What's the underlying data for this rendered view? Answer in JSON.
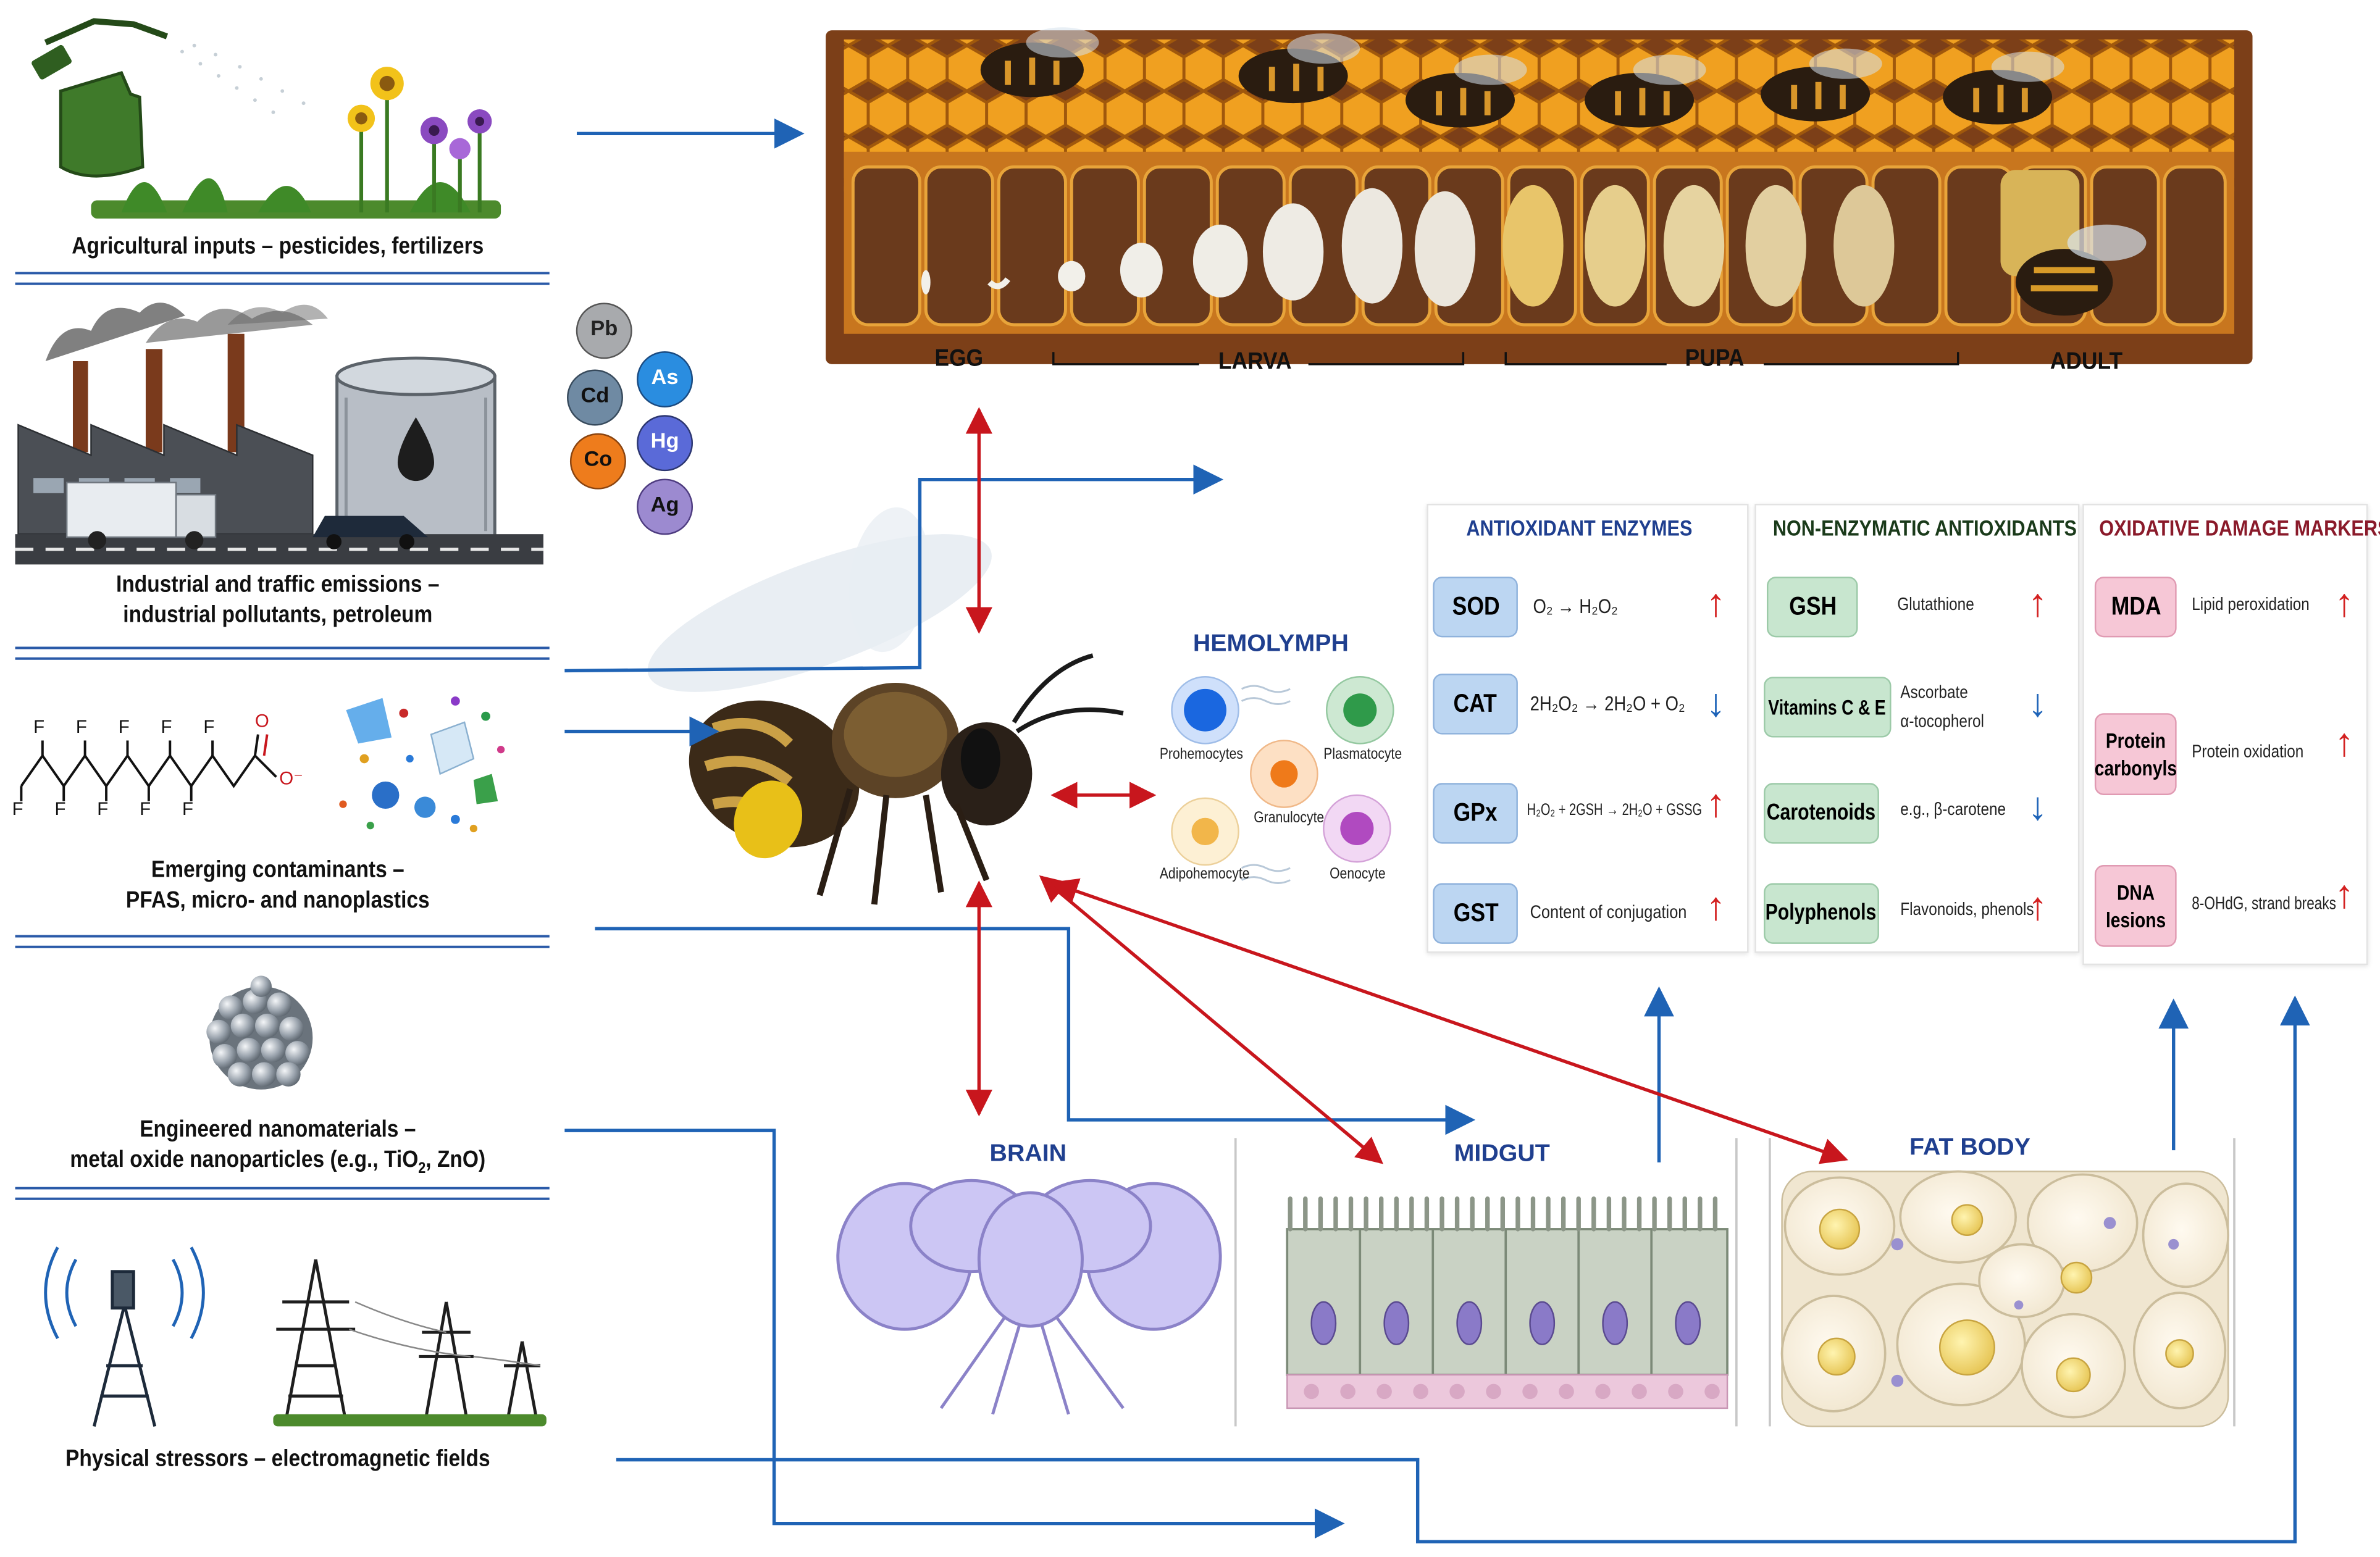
{
  "colors": {
    "blue_arrow": "#1f63b5",
    "red_arrow": "#c8161d",
    "enzyme_box": "#bcd6f2",
    "nonenzyme_box": "#c8e6cf",
    "damage_box": "#f6c7d6",
    "section_divider": "#2a5aa8"
  },
  "sources": [
    {
      "id": "agri",
      "line1": "Agricultural inputs – pesticides, fertilizers",
      "line2": "",
      "icon": "spray-bottle-flowers"
    },
    {
      "id": "industrial",
      "line1": "Industrial and traffic emissions –",
      "line2": "industrial pollutants, petroleum",
      "icon": "factory-tank-vehicles",
      "metals": [
        "Pb",
        "Cd",
        "As",
        "Co",
        "Hg",
        "Ag"
      ]
    },
    {
      "id": "emerging",
      "line1": "Emerging contaminants –",
      "line2": "PFAS, micro- and nanoplastics",
      "icon": "pfas-molecule-particles",
      "molecule_atoms": {
        "fluorine": "F",
        "oxygen": "O",
        "anion": "O⁻"
      }
    },
    {
      "id": "nano",
      "line1": "Engineered nanomaterials –",
      "line2_pre": "metal oxide nanoparticles (e.g., TiO",
      "line2_sub": "2",
      "line2_post": ", ZnO)",
      "icon": "nanoparticle-cluster"
    },
    {
      "id": "physical",
      "line1": "Physical stressors – electromagnetic fields",
      "line2": "",
      "icon": "antenna-pylons"
    }
  ],
  "lifecycle": {
    "stages": [
      "EGG",
      "LARVA",
      "PUPA",
      "ADULT"
    ]
  },
  "hemolymph": {
    "title": "HEMOLYMPH",
    "cells": [
      {
        "name": "Prohemocytes",
        "color": "#1a67e0"
      },
      {
        "name": "Plasmatocyte",
        "color": "#2f9a4a"
      },
      {
        "name": "Granulocyte",
        "color": "#ef7a1a"
      },
      {
        "name": "Adipohemocyte",
        "color": "#f2b64a"
      },
      {
        "name": "Oenocyte",
        "color": "#b04ac0"
      }
    ]
  },
  "tissues": {
    "brain": "BRAIN",
    "midgut": "MIDGUT",
    "fat_body": "FAT BODY"
  },
  "antioxidant_enzymes": {
    "title": "ANTIOXIDANT ENZYMES",
    "rows": [
      {
        "name": "SOD",
        "reaction": "O₂  → H₂O₂",
        "trend": "up"
      },
      {
        "name": "CAT",
        "reaction": "2H₂O₂ → 2H₂O + O₂",
        "trend": "down"
      },
      {
        "name": "GPx",
        "reaction": "H₂O₂ + 2GSH → 2H₂O + GSSG",
        "trend": "up"
      },
      {
        "name": "GST",
        "reaction": "Content of conjugation",
        "trend": "up"
      }
    ]
  },
  "non_enzymatic": {
    "title": "NON-ENZYMATIC ANTIOXIDANTS",
    "rows": [
      {
        "name": "GSH",
        "desc": "Glutathione",
        "desc2": "",
        "trend": "up"
      },
      {
        "name": "Vitamins C & E",
        "desc": "Ascorbate",
        "desc2": "α-tocopherol",
        "trend": "down"
      },
      {
        "name": "Carotenoids",
        "desc": "e.g., β-carotene",
        "desc2": "",
        "trend": "down"
      },
      {
        "name": "Polyphenols",
        "desc": "Flavonoids, phenols",
        "desc2": "",
        "trend": "up"
      }
    ]
  },
  "damage_markers": {
    "title": "OXIDATIVE DAMAGE MARKERS",
    "rows": [
      {
        "name": "MDA",
        "name2": "",
        "desc": "Lipid peroxidation",
        "trend": "up"
      },
      {
        "name": "Protein",
        "name2": "carbonyls",
        "desc": "Protein oxidation",
        "trend": "up"
      },
      {
        "name": "DNA",
        "name2": "lesions",
        "desc": "8-OHdG, strand breaks",
        "trend": "up"
      }
    ]
  }
}
